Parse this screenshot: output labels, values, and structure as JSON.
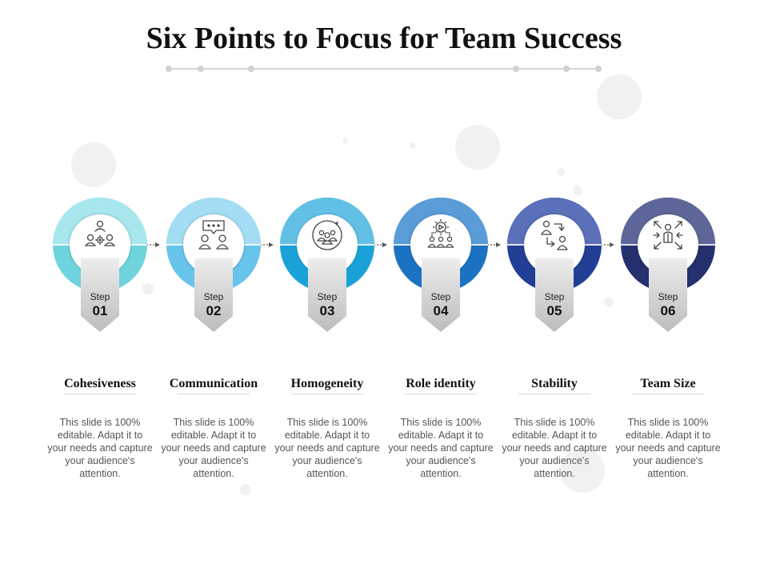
{
  "title": "Six Points to Focus for Team Success",
  "steps": [
    {
      "word": "Step",
      "number": "01",
      "heading": "Cohesiveness",
      "description": "This slide is 100% editable. Adapt it to your needs and capture your audience's attention.",
      "icon": "team-gear-icon",
      "color": "#6fd3de",
      "color_light": "#a8e7ee"
    },
    {
      "word": "Step",
      "number": "02",
      "heading": "Communication",
      "description": "This slide is 100% editable. Adapt it to your needs and capture your audience's attention.",
      "icon": "chat-people-icon",
      "color": "#68c4ea",
      "color_light": "#a4dcf4"
    },
    {
      "word": "Step",
      "number": "03",
      "heading": "Homogeneity",
      "description": "This slide is 100% editable. Adapt it to your needs and capture your audience's attention.",
      "icon": "group-circle-icon",
      "color": "#1aa2d8",
      "color_light": "#62c0e6"
    },
    {
      "word": "Step",
      "number": "04",
      "heading": "Role identity",
      "description": "This slide is 100% editable. Adapt it to your needs and capture your audience's attention.",
      "icon": "gear-people-icon",
      "color": "#1c72c2",
      "color_light": "#5a9cd8"
    },
    {
      "word": "Step",
      "number": "05",
      "heading": "Stability",
      "description": "This slide is 100% editable. Adapt it to your needs and capture your audience's attention.",
      "icon": "people-exchange-icon",
      "color": "#223f96",
      "color_light": "#5a70b8"
    },
    {
      "word": "Step",
      "number": "06",
      "heading": "Team Size",
      "description": "This slide is 100% editable. Adapt it to your needs and capture your audience's attention.",
      "icon": "expand-person-icon",
      "color": "#25306f",
      "color_light": "#5e6699"
    }
  ]
}
